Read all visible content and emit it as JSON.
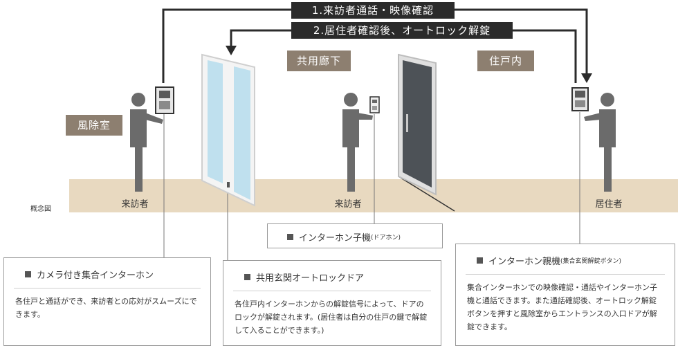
{
  "steps": {
    "step1": "1.来訪者通話・映像確認",
    "step2": "2.居住者確認後、オートロック解錠"
  },
  "zones": {
    "windbreak": "風除室",
    "corridor": "共用廊下",
    "dwelling": "住戸内"
  },
  "captions": {
    "visitor_left": "来訪者",
    "visitor_center": "来訪者",
    "resident": "居住者",
    "concept": "概念図"
  },
  "door_phone_box": {
    "title": "インターホン子機",
    "suffix": "(ドアホン)"
  },
  "cards": {
    "camera": {
      "title": "カメラ付き集合インターホン",
      "body": "各住戸と通話ができ、来訪者との応対がスムーズにできます。"
    },
    "autolock": {
      "title": "共用玄関オートロックドア",
      "body": "各住戸内インターホンからの解錠信号によって、ドアのロックが解錠されます。(居住者は自分の住戸の鍵で解錠して入ることができます。)"
    },
    "master": {
      "title": "インターホン親機",
      "suffix": "(集合玄関解錠ボタン)",
      "body": "集合インターホンでの映像確認・通話やインターホン子機と通話できます。また通話確認後、オートロック解錠ボタンを押すと風除室からエントランスの入口ドアが解錠できます。"
    }
  },
  "colors": {
    "floor": "#e8d9c0",
    "zone_label": "#8d7f70",
    "step_label": "#2b2b2b",
    "figure": "#6b6b6b",
    "glass": "#bfe0ee"
  }
}
